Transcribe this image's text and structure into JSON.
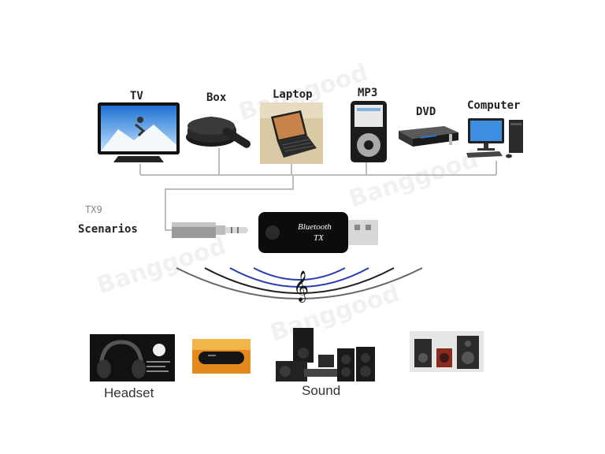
{
  "devices": {
    "tv": "TV",
    "box": "Box",
    "laptop": "Laptop",
    "mp3": "MP3",
    "dvd": "DVD",
    "computer": "Computer"
  },
  "product": {
    "model": "TX9",
    "scenarios": "Scenarios",
    "dongle_line1": "Bluetooth",
    "dongle_line2": "TX"
  },
  "outputs": {
    "headset": "Headset",
    "sound": "Sound"
  },
  "watermark": "Banggood"
}
